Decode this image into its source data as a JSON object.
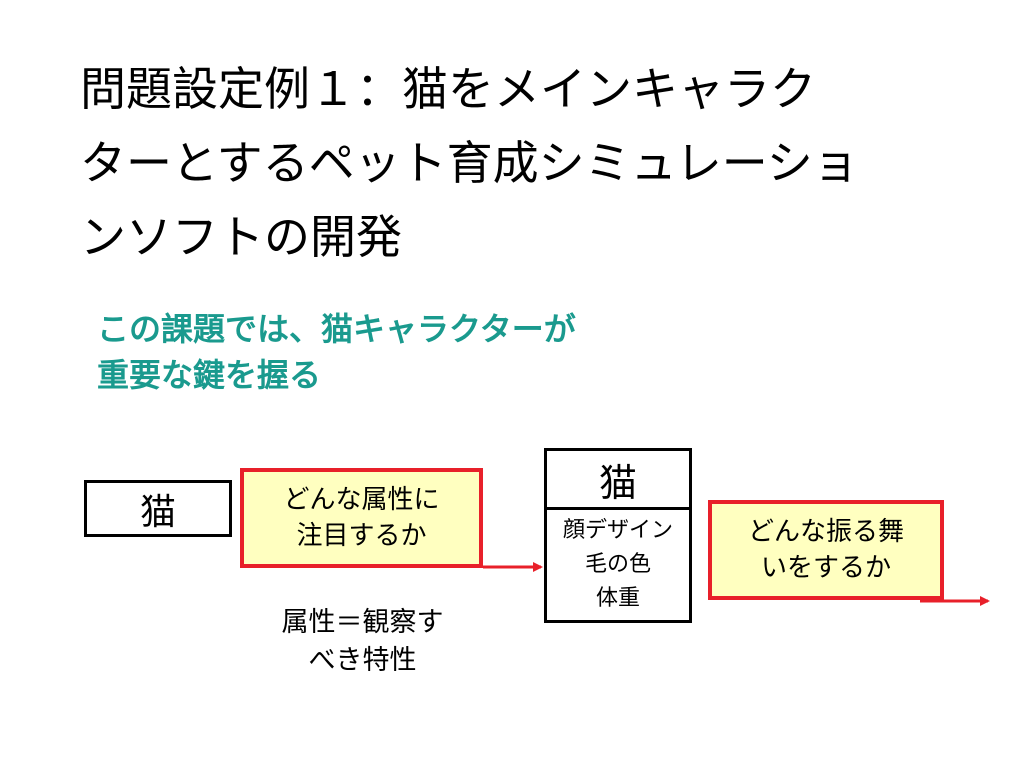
{
  "title": {
    "line1": "問題設定例１：猫をメインキャラク",
    "line2": "ターとするペット育成シミュレーショ",
    "line3": "ンソフトの開発"
  },
  "subtitle": {
    "line1": "この課題では、猫キャラクターが",
    "line2": "重要な鍵を握る"
  },
  "diagram": {
    "cat_left": "猫",
    "attribute_box": {
      "line1": "どんな属性に",
      "line2": "注目するか"
    },
    "attribute_note": {
      "line1": "属性＝観察す",
      "line2": "べき特性"
    },
    "cat_right": "猫",
    "cat_details": {
      "line1": "顔デザイン",
      "line2": "毛の色",
      "line3": "体重"
    },
    "behavior_box": {
      "line1": "どんな振る舞",
      "line2": "いをするか"
    }
  },
  "colors": {
    "subtitle": "#1a9a8e",
    "highlight_border": "#e8202a",
    "highlight_fill": "#ffffc0"
  }
}
